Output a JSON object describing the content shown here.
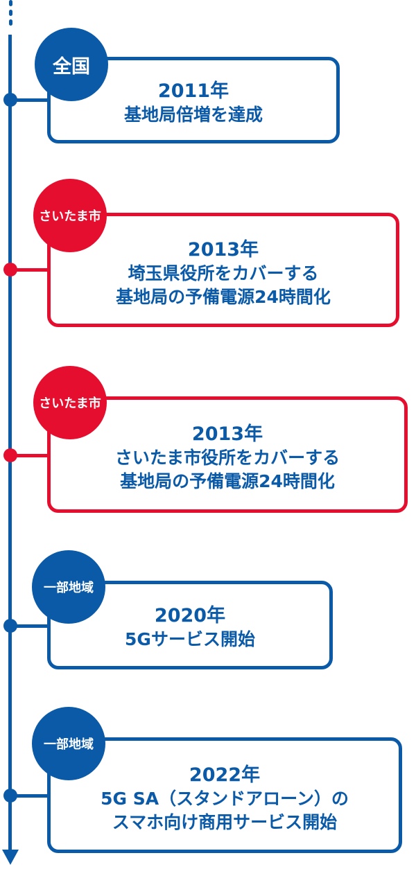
{
  "colors": {
    "blue": "#0a5aa8",
    "red": "#e60e2e",
    "white": "#ffffff"
  },
  "timeline": {
    "axis_end_icon": "arrow-down-icon",
    "events": [
      {
        "badge": "全国",
        "color": "#0a5aa8",
        "year": "2011年",
        "lines": [
          "基地局倍増を達成"
        ]
      },
      {
        "badge": "さいたま市",
        "color": "#e60e2e",
        "year": "2013年",
        "lines": [
          "埼玉県役所をカバーする",
          "基地局の予備電源24時間化"
        ]
      },
      {
        "badge": "さいたま市",
        "color": "#e60e2e",
        "year": "2013年",
        "lines": [
          "さいたま市役所をカバーする",
          "基地局の予備電源24時間化"
        ]
      },
      {
        "badge": "一部地域",
        "color": "#0a5aa8",
        "year": "2020年",
        "lines": [
          "5Gサービス開始"
        ]
      },
      {
        "badge": "一部地域",
        "color": "#0a5aa8",
        "year": "2022年",
        "lines": [
          "5G SA（スタンドアローン）の",
          "スマホ向け商用サービス開始"
        ]
      }
    ]
  }
}
